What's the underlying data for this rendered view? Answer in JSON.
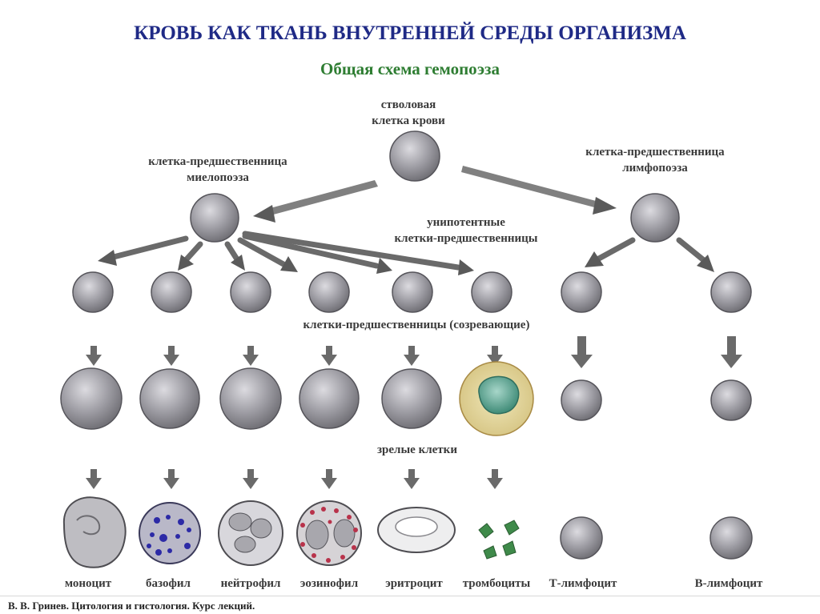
{
  "slide": {
    "title": "КРОВЬ КАК ТКАНЬ ВНУТРЕННЕЙ СРЕДЫ ОРГАНИЗМА",
    "subtitle": "Общая схема гемопоэза",
    "footer": "В. В. Гринев. Цитология и гистология. Курс лекций."
  },
  "colors": {
    "title": "#1f2a86",
    "subtitle": "#2e7d32",
    "cell_fill": "#8d8c92",
    "cell_light": "#d7d6da",
    "arrow": "#6a6a6a"
  },
  "diagram": {
    "stem_cell": {
      "label_line1": "стволовая",
      "label_line2": "клетка крови"
    },
    "myeloid_progenitor": {
      "label_line1": "клетка-предшественница",
      "label_line2": "миелопоэза"
    },
    "lymphoid_progenitor": {
      "label_line1": "клетка-предшественница",
      "label_line2": "лимфопоэза"
    },
    "unipotent": {
      "label_line1": "унипотентные",
      "label_line2": "клетки-предшественницы"
    },
    "maturing_label": "клетки-предшественницы (созревающие)",
    "mature_label": "зрелые клетки",
    "final_cells": [
      {
        "name": "моноцит",
        "icon": "monocyte-icon"
      },
      {
        "name": "базофил",
        "icon": "basophil-icon"
      },
      {
        "name": "нейтрофил",
        "icon": "neutrophil-icon"
      },
      {
        "name": "эозинофил",
        "icon": "eosinophil-icon"
      },
      {
        "name": "эритроцит",
        "icon": "erythrocyte-icon"
      },
      {
        "name": "тромбоциты",
        "icon": "platelets-icon"
      },
      {
        "name": "Т-лимфоцит",
        "icon": "t-lymphocyte-icon"
      },
      {
        "name": "В-лимфоцит",
        "icon": "b-lymphocyte-icon"
      }
    ]
  }
}
